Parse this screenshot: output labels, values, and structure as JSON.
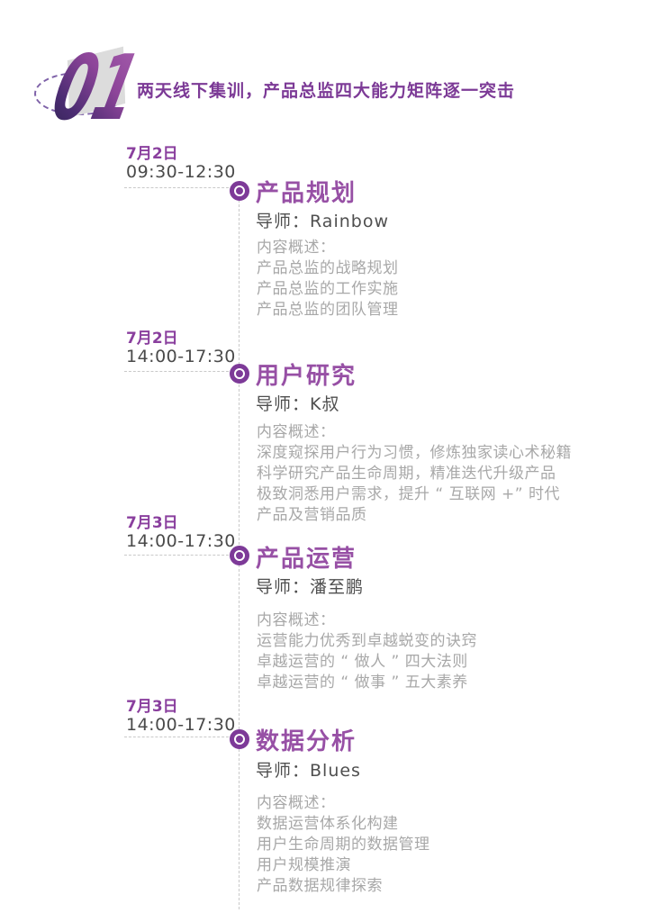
{
  "header": {
    "badge_number": "01",
    "title": "两天线下集训，产品总监四大能力矩阵逐一突击"
  },
  "sessions": [
    {
      "date": "7月2日",
      "time": "09:30-12:30",
      "title": "产品规划",
      "mentor_label": "导师：",
      "mentor_name": "Rainbow",
      "content_heading": "内容概述：",
      "content_lines": [
        "产品总监的战略规划",
        "产品总监的工作实施",
        "产品总监的团队管理"
      ]
    },
    {
      "date": "7月2日",
      "time": "14:00-17:30",
      "title": "用户研究",
      "mentor_label": "导师：",
      "mentor_name": "K叔",
      "content_heading": "内容概述：",
      "content_lines": [
        "深度窥探用户行为习惯，修炼独家读心术秘籍",
        "科学研究产品生命周期，精准迭代升级产品",
        "极致洞悉用户需求，提升 “ 互联网 +” 时代",
        "产品及营销品质"
      ]
    },
    {
      "date": "7月3日",
      "time": "14:00-17:30",
      "title": "产品运营",
      "mentor_label": "导师：",
      "mentor_name": "潘至鹏",
      "content_heading": "内容概述：",
      "content_lines": [
        "运营能力优秀到卓越蜕变的诀窍",
        "卓越运营的 “ 做人 ” 四大法则",
        "卓越运营的 “ 做事 ” 五大素养"
      ]
    },
    {
      "date": "7月3日",
      "time": "14:00-17:30",
      "title": "数据分析",
      "mentor_label": "导师：",
      "mentor_name": "Blues",
      "content_heading": "内容概述：",
      "content_lines": [
        "数据运营体系化构建",
        "用户生命周期的数据管理",
        "用户规模推演",
        "产品数据规律探索"
      ]
    }
  ],
  "colors": {
    "accent_purple": "#8a3f9e",
    "title_purple": "#9750a5",
    "bullet_purple": "#7d3a98",
    "dark_text": "#4a4a4a",
    "light_text": "#a8a8a8",
    "dashed_line": "#c9c9c9",
    "badge_gradient_light": "#a75fae",
    "badge_gradient_dark": "#322454",
    "badge_shadow": "#dcdcdc"
  }
}
